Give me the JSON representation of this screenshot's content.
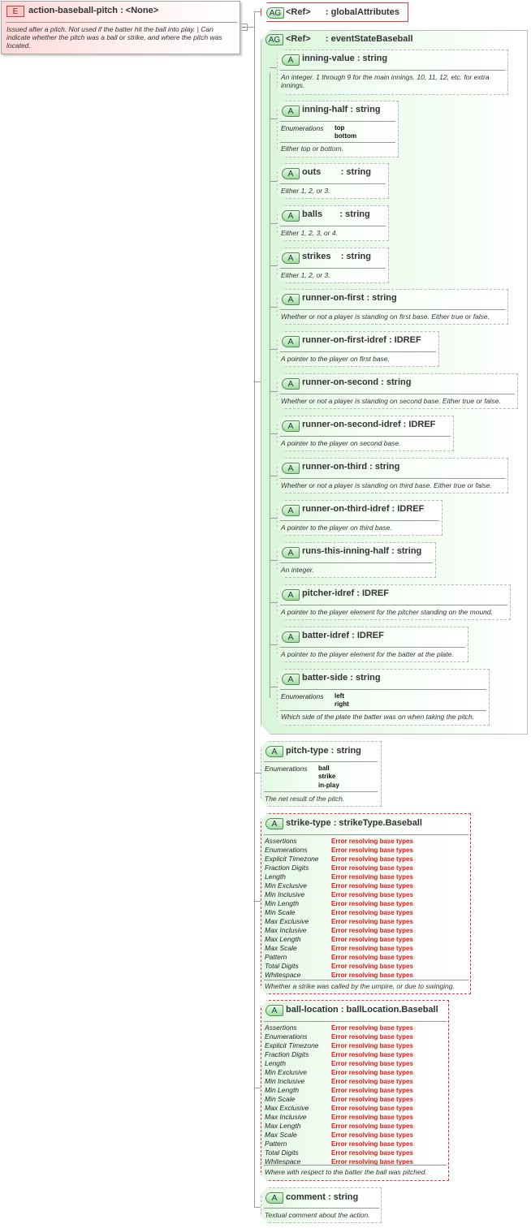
{
  "element": {
    "badge": "E",
    "title": "action-baseball-pitch : <None>",
    "description": "Issued after a pitch. Not used if the batter hit the ball into play. | Can indicate whether the pitch was a ball or strike, and where the pitch was located."
  },
  "global_attributes": {
    "badge": "AG",
    "title": "<Ref>      : globalAttributes"
  },
  "event_state": {
    "badge": "AG",
    "title": "<Ref>      : eventStateBaseball",
    "attributes": [
      {
        "badge": "A",
        "title": "inning-value : string",
        "description": "An integer. 1 through 9 for the main innings. 10, 11, 12, etc. for extra innings."
      },
      {
        "badge": "A",
        "title": "inning-half : string",
        "enum_label": "Enumerations",
        "enums": "top\nbottom",
        "description": "Either top or bottom."
      },
      {
        "badge": "A",
        "title": "outs        : string",
        "description": "Either 1, 2, or 3."
      },
      {
        "badge": "A",
        "title": "balls       : string",
        "description": "Either 1, 2, 3, or 4."
      },
      {
        "badge": "A",
        "title": "strikes    : string",
        "description": "Either 1, 2, or 3."
      },
      {
        "badge": "A",
        "title": "runner-on-first : string",
        "description": "Whether or not a player is standing on first base. Either true or false."
      },
      {
        "badge": "A",
        "title": "runner-on-first-idref : IDREF",
        "description": "A pointer to the player on first base."
      },
      {
        "badge": "A",
        "title": "runner-on-second : string",
        "description": "Whether or not a player is standing on second base. Either true or false."
      },
      {
        "badge": "A",
        "title": "runner-on-second-idref : IDREF",
        "description": "A pointer to the player on second base."
      },
      {
        "badge": "A",
        "title": "runner-on-third : string",
        "description": "Whether or not a player is standing on third base. Either true or false."
      },
      {
        "badge": "A",
        "title": "runner-on-third-idref : IDREF",
        "description": "A pointer to the player on third base."
      },
      {
        "badge": "A",
        "title": "runs-this-inning-half : string",
        "description": "An integer."
      },
      {
        "badge": "A",
        "title": "pitcher-idref : IDREF",
        "description": "A pointer to the player element for the pitcher standing on the mound."
      },
      {
        "badge": "A",
        "title": "batter-idref : IDREF",
        "description": "A pointer to the player element for the batter at the plate."
      },
      {
        "badge": "A",
        "title": "batter-side : string",
        "enum_label": "Enumerations",
        "enums": "left\nright",
        "description": "Which side of the plate the batter was on when taking the pitch."
      }
    ]
  },
  "pitch_type": {
    "badge": "A",
    "title": "pitch-type : string",
    "enum_label": "Enumerations",
    "enums": [
      "ball",
      "strike",
      "in-play"
    ],
    "description": "The net result of the pitch."
  },
  "facet_names": [
    "Assertions",
    "Enumerations",
    "Explicit Timezone",
    "Fraction Digits",
    "Length",
    "Min Exclusive",
    "Min Inclusive",
    "Min Length",
    "Min Scale",
    "Max Exclusive",
    "Max Inclusive",
    "Max Length",
    "Max Scale",
    "Pattern",
    "Total Digits",
    "Whitespace"
  ],
  "facet_error": "Error resolving base types",
  "strike_type": {
    "badge": "A",
    "title": "strike-type : strikeType.Baseball",
    "description": "Whether a strike was called by the umpire, or due to swinging."
  },
  "ball_location": {
    "badge": "A",
    "title": "ball-location : ballLocation.Baseball",
    "description": "Where with respect to the batter the ball was pitched."
  },
  "comment": {
    "badge": "A",
    "title": "comment : string",
    "description": "Textual comment about the action."
  }
}
